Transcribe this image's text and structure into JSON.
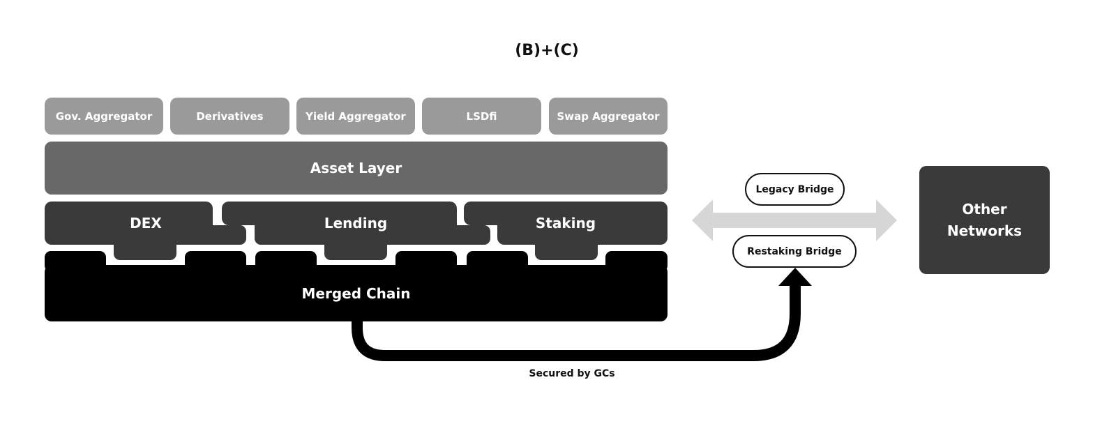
{
  "title": "(B)+(C)",
  "top_layer": [
    {
      "label": "Gov. Aggregator"
    },
    {
      "label": "Derivatives"
    },
    {
      "label": "Yield Aggregator"
    },
    {
      "label": "LSDfi"
    },
    {
      "label": "Swap Aggregator"
    }
  ],
  "asset_layer": {
    "label": "Asset Layer"
  },
  "app_layer": [
    {
      "label": "DEX"
    },
    {
      "label": "Lending"
    },
    {
      "label": "Staking"
    }
  ],
  "base_layer": {
    "label": "Merged Chain"
  },
  "bridges": {
    "legacy": {
      "label": "Legacy Bridge"
    },
    "restaking": {
      "label": "Restaking Bridge"
    }
  },
  "other_networks": {
    "label": "Other\nNetworks"
  },
  "security_link": {
    "label": "Secured by GCs"
  },
  "colors": {
    "top_layer": "#9a9a9a",
    "asset_layer": "#686868",
    "app_layer": "#3a3a3a",
    "base_layer": "#000000",
    "bridge_arrow": "#d6d6d6",
    "other_networks": "#3a3a3a"
  }
}
